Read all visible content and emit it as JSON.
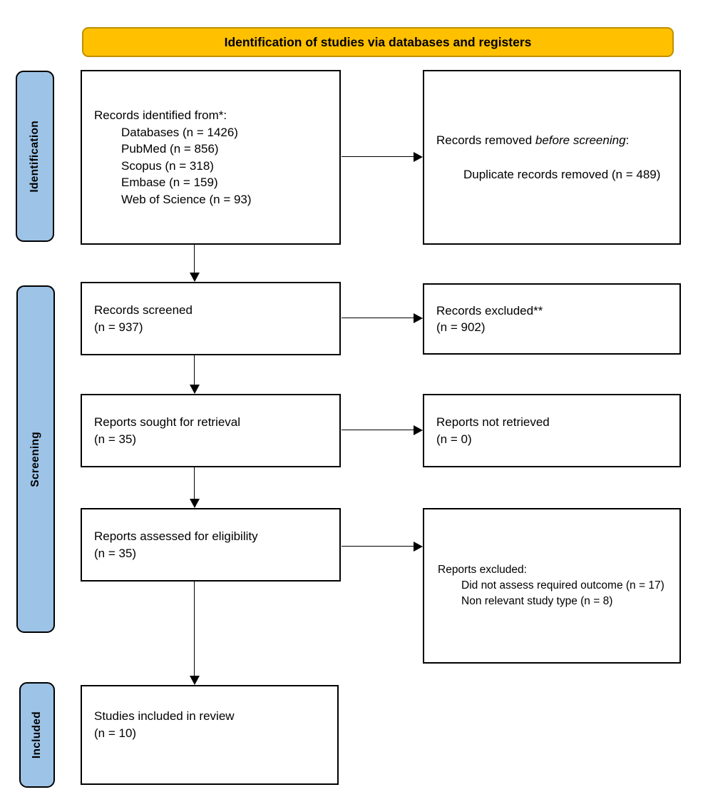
{
  "banner": {
    "label": "Identification of studies via databases and registers"
  },
  "colors": {
    "banner_fill": "#FFC000",
    "banner_border": "#BF9000",
    "stage_fill": "#9DC3E6",
    "border": "#000000",
    "box_fill": "#FFFFFF"
  },
  "stages": {
    "identification": "Identification",
    "screening": "Screening",
    "included": "Included"
  },
  "boxes": {
    "identified": {
      "title": "Records identified from*:",
      "items": [
        "Databases (n = 1426)",
        "PubMed (n = 856)",
        "Scopus (n = 318)",
        "Embase (n = 159)",
        "Web of Science (n = 93)"
      ]
    },
    "removed": {
      "title_prefix": "Records removed ",
      "title_italic": "before screening",
      "title_suffix": ":",
      "items": [
        "Duplicate records removed (n = 489)"
      ]
    },
    "screened": {
      "line1": "Records screened",
      "line2": "(n = 937)"
    },
    "excluded": {
      "line1": "Records excluded**",
      "line2": "(n = 902)"
    },
    "sought": {
      "line1": "Reports sought for retrieval",
      "line2": "(n = 35)"
    },
    "not_retrieved": {
      "line1": "Reports not retrieved",
      "line2": "(n = 0)"
    },
    "assessed": {
      "line1": "Reports assessed for eligibility",
      "line2": "(n = 35)"
    },
    "reports_excluded": {
      "title": "Reports excluded:",
      "items": [
        "Did not assess required outcome (n = 17)",
        "Non relevant study type (n = 8)"
      ]
    },
    "included": {
      "line1": "Studies included in review",
      "line2": "(n = 10)"
    }
  }
}
